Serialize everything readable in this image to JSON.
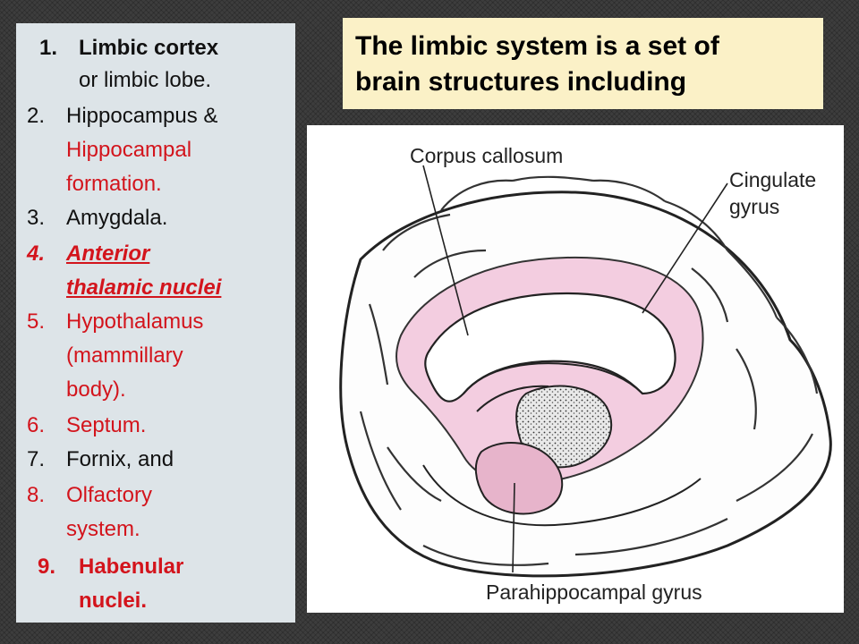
{
  "title": {
    "line1": "The limbic system is a set of",
    "line2": "brain structures including"
  },
  "list": {
    "items": [
      {
        "num": "1.",
        "line1": "Limbic cortex",
        "line2": "or limbic lobe."
      },
      {
        "num": "2.",
        "line1": "Hippocampus &",
        "line2": "Hippocampal",
        "line3": "formation."
      },
      {
        "num": "3.",
        "line1": "Amygdala."
      },
      {
        "num": "4.",
        "line1": "Anterior",
        "line2": "thalamic nuclei"
      },
      {
        "num": "5.",
        "line1": "Hypothalamus",
        "line2": "(mammillary",
        "line3": "body)."
      },
      {
        "num": "6.",
        "line1": "Septum."
      },
      {
        "num": "7.",
        "line1": "Fornix, and"
      },
      {
        "num": "8.",
        "line1": "Olfactory",
        "line2": "system."
      },
      {
        "num": "9.",
        "line1": "Habenular",
        "line2": "nuclei."
      }
    ]
  },
  "figure": {
    "labels": {
      "corpus_callosum": "Corpus callosum",
      "cingulate_line1": "Cingulate",
      "cingulate_line2": "gyrus",
      "parahippocampal": "Parahippocampal gyrus"
    }
  },
  "colors": {
    "highlight_red": "#d3141c",
    "limbic_pink": "#f3cde0",
    "title_background": "#fbf1c7",
    "panel_background": "#dde4e8"
  }
}
